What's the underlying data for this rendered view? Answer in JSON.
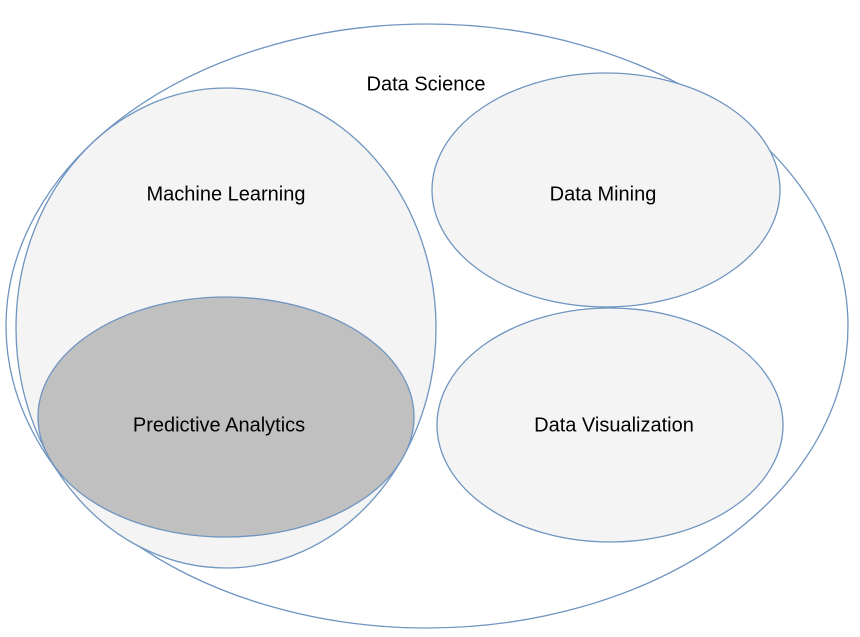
{
  "title": "Data Science",
  "colors": {
    "stroke": "#6f95c0",
    "light_fill": "#f4f4f4",
    "dark_fill": "#c0c0c0",
    "outer_fill": "#ffffff"
  },
  "sets": {
    "data_science": "Data Science",
    "machine_learning": "Machine Learning",
    "predictive_analytics": "Predictive Analytics",
    "data_mining": "Data Mining",
    "data_visualization": "Data Visualization"
  }
}
